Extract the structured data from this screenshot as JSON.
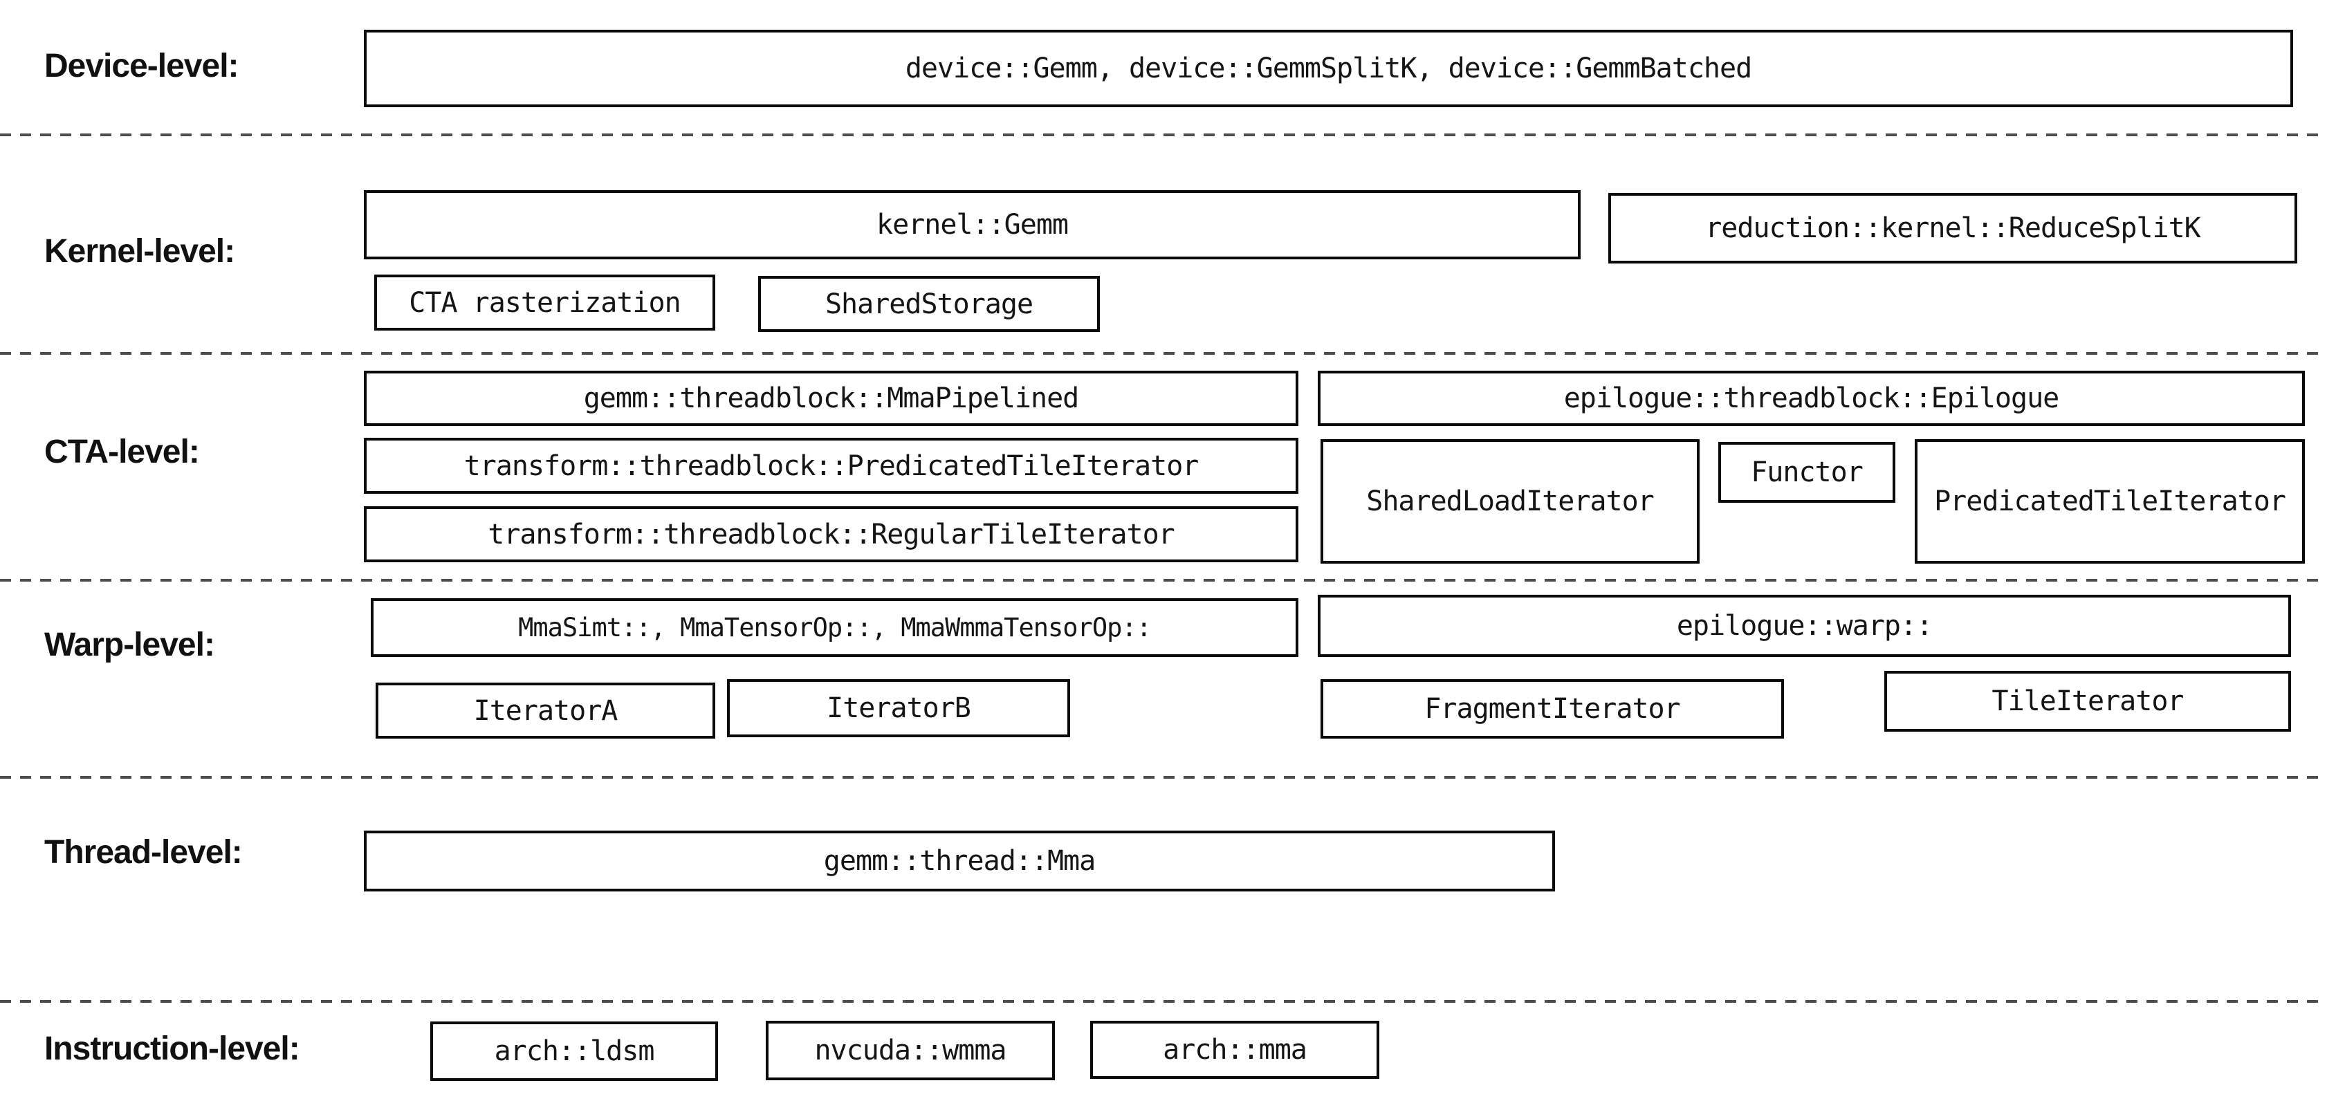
{
  "colors": {
    "background": "#ffffff",
    "box_border": "#0a0a0a",
    "separator_dash": "#4d4d4d",
    "text": "#151515"
  },
  "levels": [
    {
      "label": "Device-level:",
      "boxes": [
        {
          "text": "device::Gemm, device::GemmSplitK, device::GemmBatched"
        }
      ]
    },
    {
      "label": "Kernel-level:",
      "boxes": [
        {
          "text": "kernel::Gemm"
        },
        {
          "text": "reduction::kernel::ReduceSplitK"
        },
        {
          "text": "CTA rasterization"
        },
        {
          "text": "SharedStorage"
        }
      ]
    },
    {
      "label": "CTA-level:",
      "boxes": [
        {
          "text": "gemm::threadblock::MmaPipelined"
        },
        {
          "text": "epilogue::threadblock::Epilogue"
        },
        {
          "text": "transform::threadblock::PredicatedTileIterator"
        },
        {
          "text": "SharedLoadIterator"
        },
        {
          "text": "Functor"
        },
        {
          "text": "PredicatedTileIterator"
        },
        {
          "text": "transform::threadblock::RegularTileIterator"
        }
      ]
    },
    {
      "label": "Warp-level:",
      "boxes": [
        {
          "text": "MmaSimt::, MmaTensorOp::, MmaWmmaTensorOp::"
        },
        {
          "text": "epilogue::warp::"
        },
        {
          "text": "IteratorA"
        },
        {
          "text": "IteratorB"
        },
        {
          "text": "FragmentIterator"
        },
        {
          "text": "TileIterator"
        }
      ]
    },
    {
      "label": "Thread-level:",
      "boxes": [
        {
          "text": "gemm::thread::Mma"
        }
      ]
    },
    {
      "label": "Instruction-level:",
      "boxes": [
        {
          "text": "arch::ldsm"
        },
        {
          "text": "nvcuda::wmma"
        },
        {
          "text": "arch::mma"
        }
      ]
    }
  ]
}
